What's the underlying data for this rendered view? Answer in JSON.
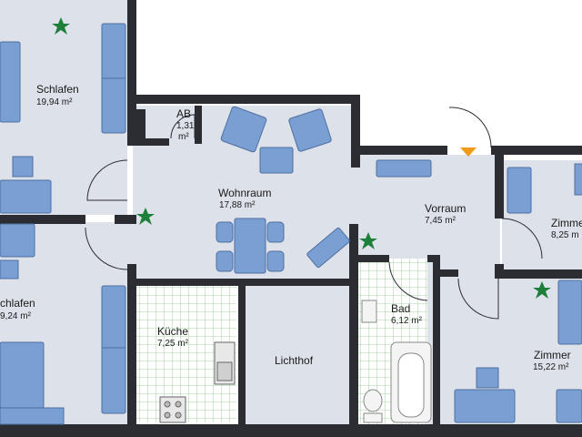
{
  "plan": {
    "colors": {
      "floor": "#dde1e9",
      "wall": "#2b2d33",
      "furniture": "#7a9fd3",
      "furniture_stroke": "#4f6f9f",
      "tile": "#ffffff",
      "tile_line": "#7fbf7f",
      "plant": "#1e7f3a",
      "door_arrow": "#f29a1c"
    },
    "rooms": [
      {
        "id": "schlafen-top",
        "name": "Schlafen",
        "area": "19,94 m²"
      },
      {
        "id": "ab",
        "name": "AB",
        "area": "1,31",
        "area2": "m²"
      },
      {
        "id": "wohnraum",
        "name": "Wohnraum",
        "area": "17,88 m²"
      },
      {
        "id": "vorraum",
        "name": "Vorraum",
        "area": "7,45 m²"
      },
      {
        "id": "zimmer-right",
        "name": "Zimme",
        "area": "8,25 m"
      },
      {
        "id": "schlafen-left",
        "name": "chlafen",
        "area": "9,24 m²"
      },
      {
        "id": "kueche",
        "name": "Küche",
        "area": "7,25 m²"
      },
      {
        "id": "lichthof",
        "name": "Lichthof",
        "area": ""
      },
      {
        "id": "bad",
        "name": "Bad",
        "area": "6,12 m²"
      },
      {
        "id": "zimmer-bottom",
        "name": "Zimmer",
        "area": "15,22 m²"
      }
    ]
  }
}
